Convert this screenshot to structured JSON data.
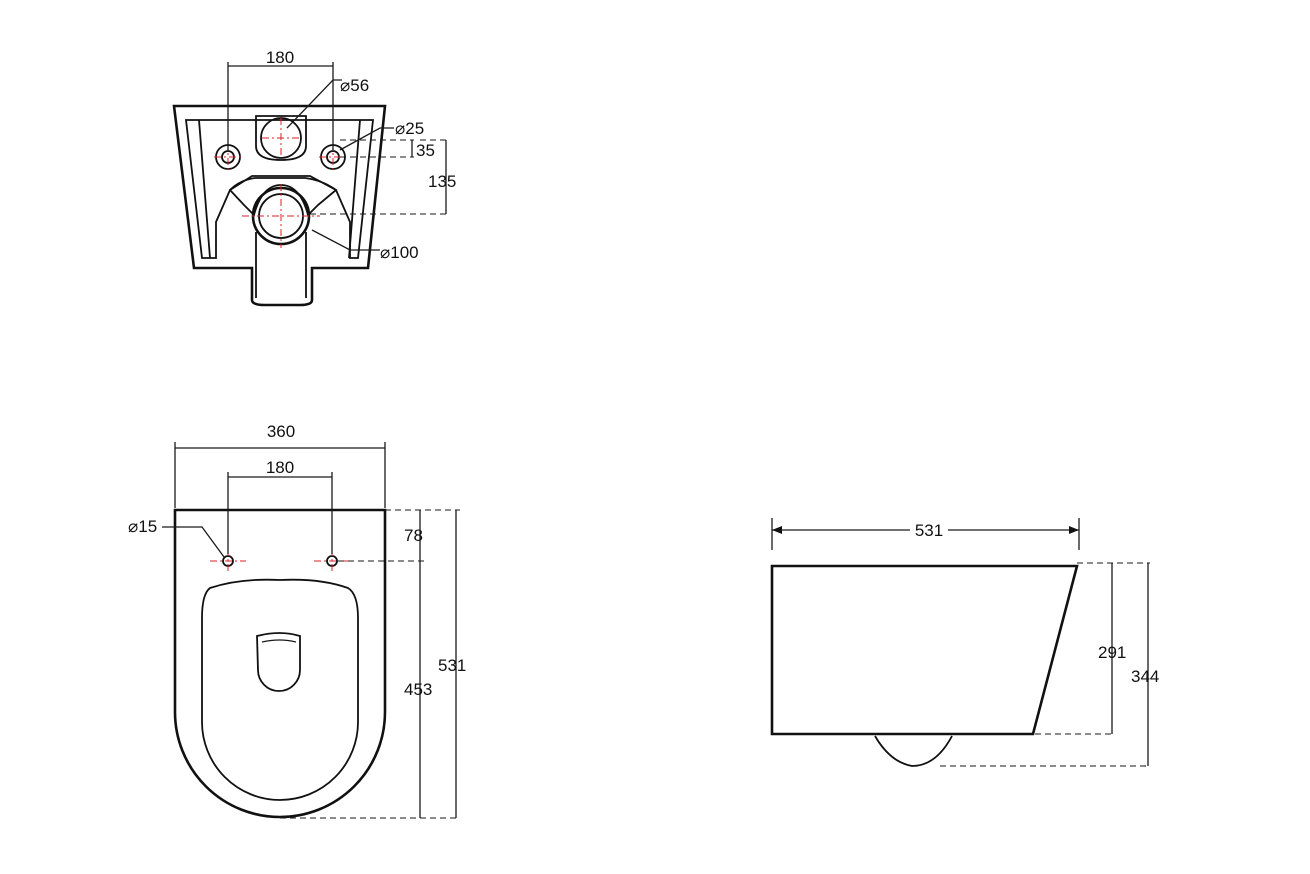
{
  "top_view": {
    "dim_holes_spacing": "180",
    "dim_inlet_diameter": "⌀56",
    "dim_hole_diameter": "⌀25",
    "dim_hole_offset": "35",
    "dim_outlet_offset": "135",
    "dim_outlet_diameter": "⌀100"
  },
  "plan_view": {
    "dim_width": "360",
    "dim_holes_spacing": "180",
    "dim_fixing_hole": "⌀15",
    "dim_hole_offset": "78",
    "dim_inner_length": "453",
    "dim_total_length": "531"
  },
  "side_view": {
    "dim_length": "531",
    "dim_inner_height": "291",
    "dim_total_height": "344"
  },
  "colors": {
    "line": "#111111",
    "centerline": "#d8202a",
    "background": "#ffffff"
  }
}
